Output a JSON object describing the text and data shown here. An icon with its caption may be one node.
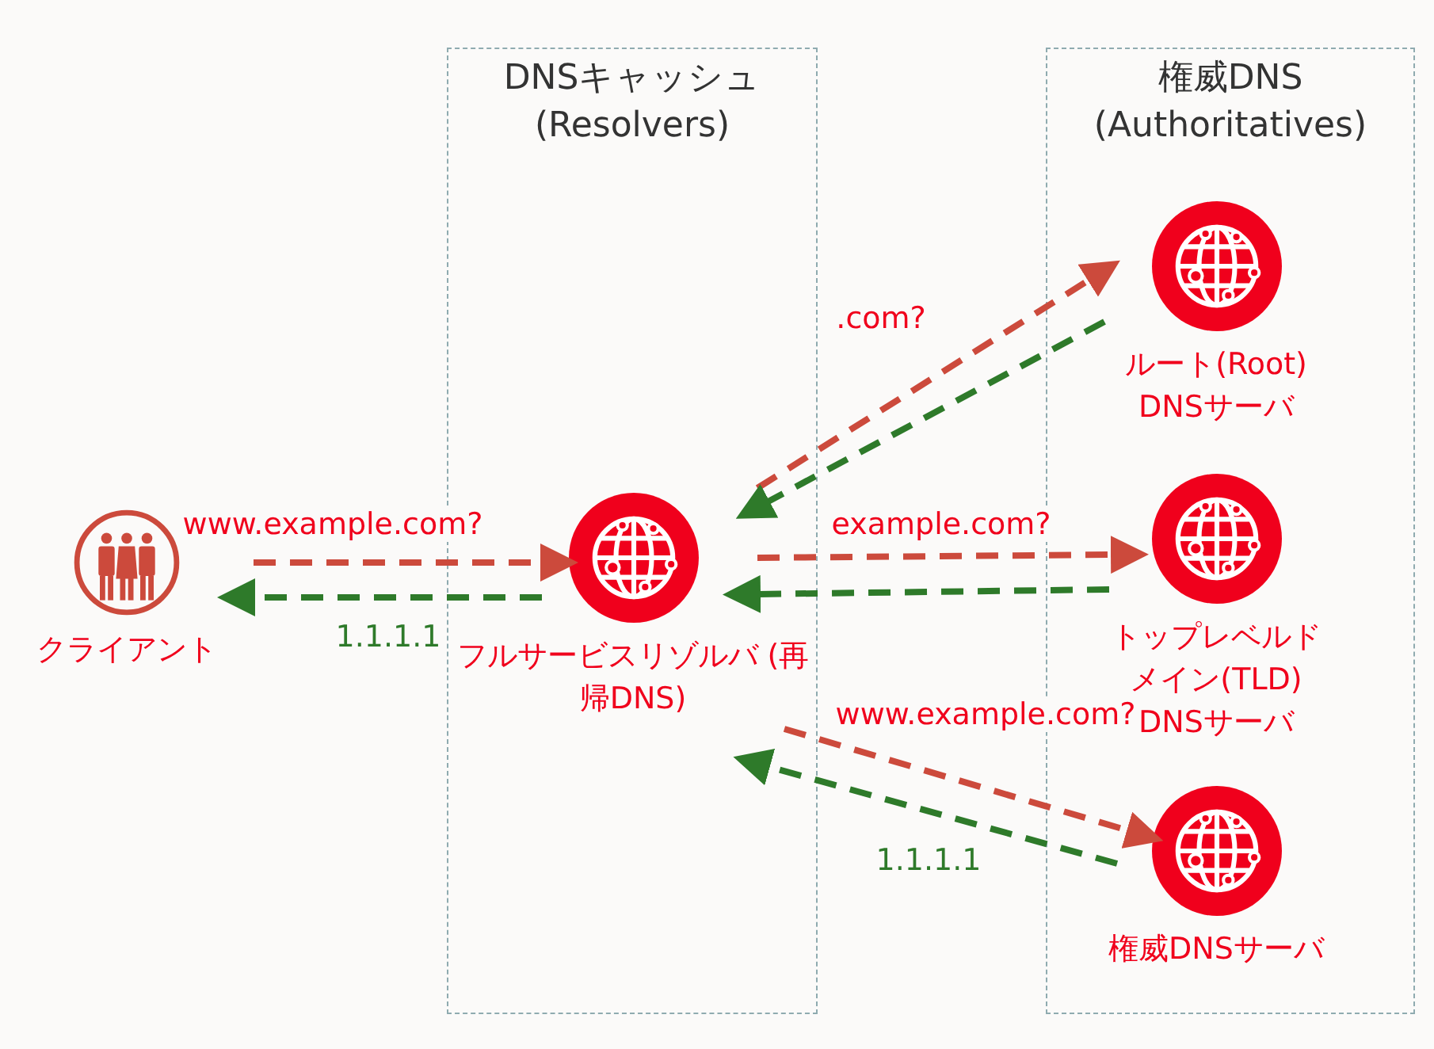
{
  "diagram": {
    "nodes": [
      {
        "text": [
          "DNSキャッシュ (Resolvers)"
        ]
      },
      {
        "text": [
          "権威DNS (Authoritatives)"
        ]
      },
      {
        "text": [
          "クライアント"
        ]
      },
      {
        "text": [
          "フルサービスリゾルバ (再帰DNS)"
        ],
        "in": 0
      },
      {
        "text": [
          "ルート(Root) DNSサーバ"
        ],
        "in": 1
      },
      {
        "text": [
          "トップレベルドメイン(TLD) DNSサーバ"
        ],
        "in": 1
      },
      {
        "text": [
          "権威DNSサーバ"
        ],
        "in": 1
      }
    ],
    "edges": [
      {
        "from": 2,
        "to": 3,
        "arrow": "to",
        "label": "www.example.com?",
        "style": "dashed",
        "color": "#cc4a3c"
      },
      {
        "from": 3,
        "to": 2,
        "arrow": "to",
        "label": "1.1.1.1",
        "style": "dashed",
        "color": "#2e7a2a"
      },
      {
        "from": 3,
        "to": 4,
        "arrow": "to",
        "label": ".com?",
        "style": "dashed",
        "color": "#cc4a3c"
      },
      {
        "from": 4,
        "to": 3,
        "arrow": "to",
        "style": "dashed",
        "color": "#2e7a2a"
      },
      {
        "from": 3,
        "to": 5,
        "arrow": "to",
        "label": "example.com?",
        "style": "dashed",
        "color": "#cc4a3c"
      },
      {
        "from": 5,
        "to": 3,
        "arrow": "to",
        "style": "dashed",
        "color": "#2e7a2a"
      },
      {
        "from": 3,
        "to": 6,
        "arrow": "to",
        "label": "www.example.com?",
        "style": "dashed",
        "color": "#cc4a3c"
      },
      {
        "from": 6,
        "to": 3,
        "arrow": "to",
        "label": "1.1.1.1",
        "style": "dashed",
        "color": "#2e7a2a"
      }
    ]
  }
}
